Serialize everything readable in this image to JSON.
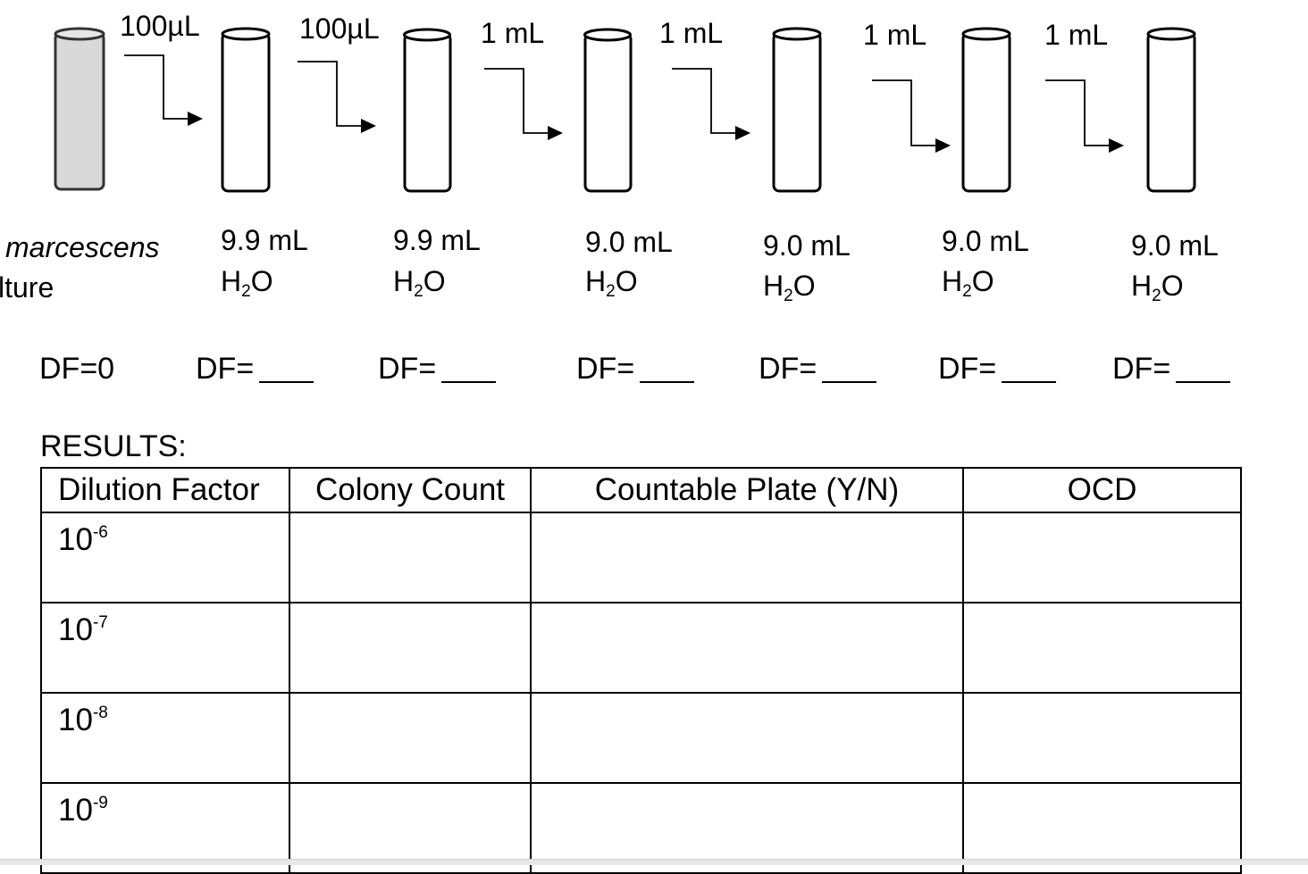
{
  "diagram": {
    "transfer_volumes": [
      "100µL",
      "100µL",
      "1 mL",
      "1 mL",
      "1 mL",
      "1 mL"
    ],
    "culture_label_line1": "marcescens",
    "culture_label_line2": "lture",
    "tube_volumes": [
      "9.9 mL",
      "9.9 mL",
      "9.0 mL",
      "9.0 mL",
      "9.0 mL",
      "9.0 mL"
    ],
    "water_base": "H",
    "water_sub": "2",
    "water_tail": "O",
    "df_labels": [
      "DF=0",
      "DF=",
      "DF=",
      "DF=",
      "DF=",
      "DF=",
      "DF="
    ]
  },
  "results": {
    "title": "RESULTS:",
    "headers": [
      "Dilution Factor",
      "Colony Count",
      "Countable Plate (Y/N)",
      "OCD"
    ],
    "rows": [
      {
        "base": "10",
        "exp": "-6",
        "colony_count": "",
        "countable": "",
        "ocd": ""
      },
      {
        "base": "10",
        "exp": "-7",
        "colony_count": "",
        "countable": "",
        "ocd": ""
      },
      {
        "base": "10",
        "exp": "-8",
        "colony_count": "",
        "countable": "",
        "ocd": ""
      },
      {
        "base": "10",
        "exp": "-9",
        "colony_count": "",
        "countable": "",
        "ocd": ""
      }
    ]
  }
}
